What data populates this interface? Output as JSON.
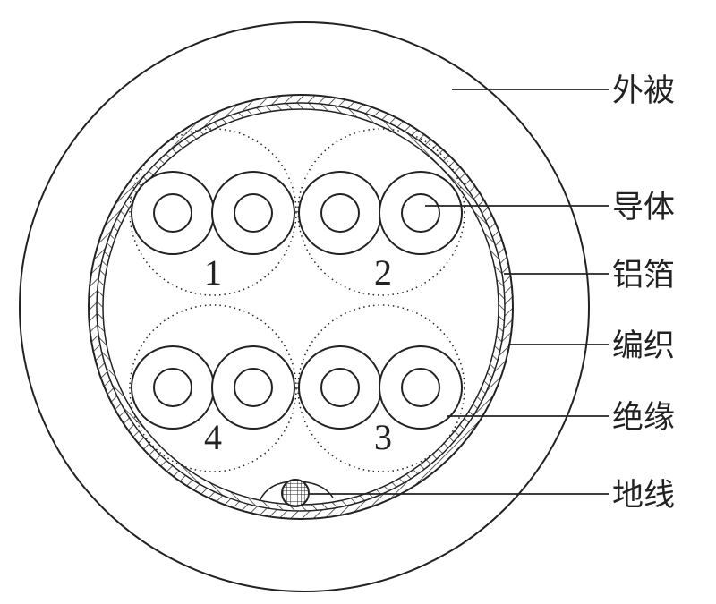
{
  "labels": {
    "jacket": "外被",
    "conductor": "导体",
    "foil": "铝箔",
    "braid": "编织",
    "insulation": "绝缘",
    "drain": "地线"
  },
  "pairs": [
    "1",
    "2",
    "4",
    "3"
  ]
}
